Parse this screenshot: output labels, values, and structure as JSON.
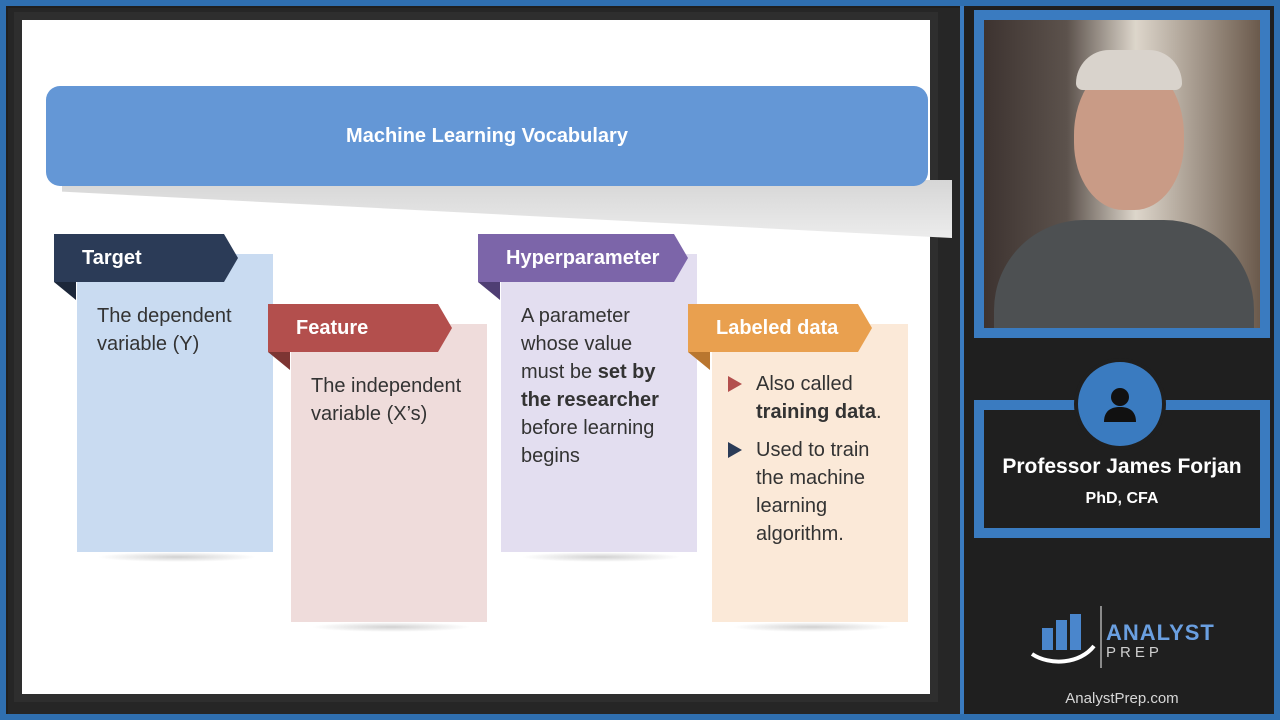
{
  "slide": {
    "title": "Machine Learning Vocabulary",
    "cards": [
      {
        "tag": "Target",
        "text": "The dependent variable (Y)",
        "tag_color": "#2b3b57",
        "body_color": "#c9dbf1"
      },
      {
        "tag": "Feature",
        "text": "The independent variable (X’s)",
        "tag_color": "#b34f4d",
        "body_color": "#efdcdb"
      },
      {
        "tag": "Hyperparameter",
        "text_parts": {
          "a": "A parameter whose value must be ",
          "b": "set by the researcher",
          "c": " before learning begins"
        },
        "tag_color": "#7c65a9",
        "body_color": "#e3def0"
      },
      {
        "tag": "Labeled data",
        "bullets": [
          {
            "pre": "Also called ",
            "bold": "training data",
            "post": "."
          },
          {
            "pre": "Used to train the machine learning algorithm.",
            "bold": "",
            "post": ""
          }
        ],
        "tag_color": "#e9a04f",
        "body_color": "#fbe9d8",
        "bullet_colors": [
          "#b34f4d",
          "#2b3b57"
        ]
      }
    ]
  },
  "presenter": {
    "name": "Professor James Forjan",
    "credentials": "PhD, CFA",
    "avatar_icon": "person-icon"
  },
  "brand": {
    "logo_top": "ANALYST",
    "logo_bottom": "PREP",
    "site": "AnalystPrep.com",
    "accent": "#3a7bc0"
  }
}
